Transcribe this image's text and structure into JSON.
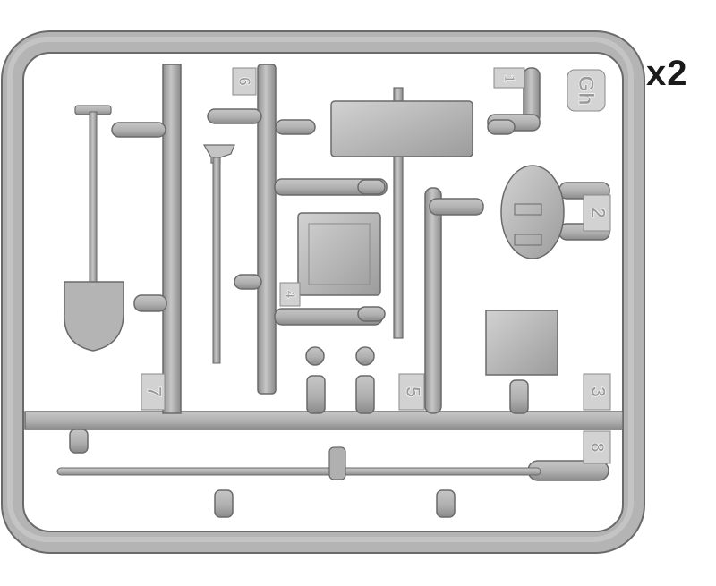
{
  "sprue": {
    "code_letters": "Gh",
    "multiplier": "x2",
    "part_numbers": [
      "1",
      "2",
      "3",
      "4",
      "5",
      "6",
      "7",
      "8"
    ]
  },
  "colors": {
    "plastic": "#a9a9a9",
    "plastic_light": "#c4c4c4",
    "plastic_dark": "#7c7c7c",
    "outline": "#5a5a5a"
  }
}
